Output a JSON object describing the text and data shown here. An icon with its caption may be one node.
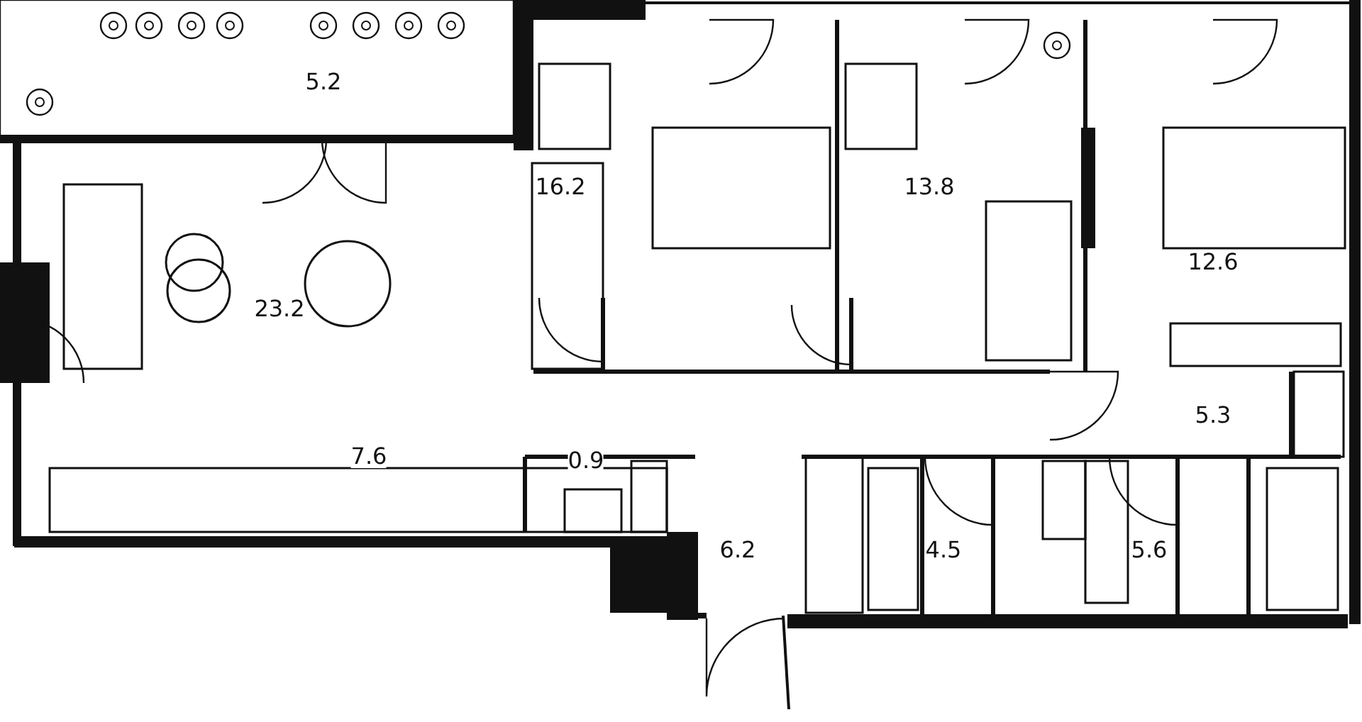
{
  "diagram": {
    "labels": [
      "5.2",
      "16.2",
      "13.8",
      "12.6",
      "23.2",
      "5.3",
      "7.6",
      "0.9",
      "6.2",
      "4.5",
      "5.6"
    ]
  }
}
